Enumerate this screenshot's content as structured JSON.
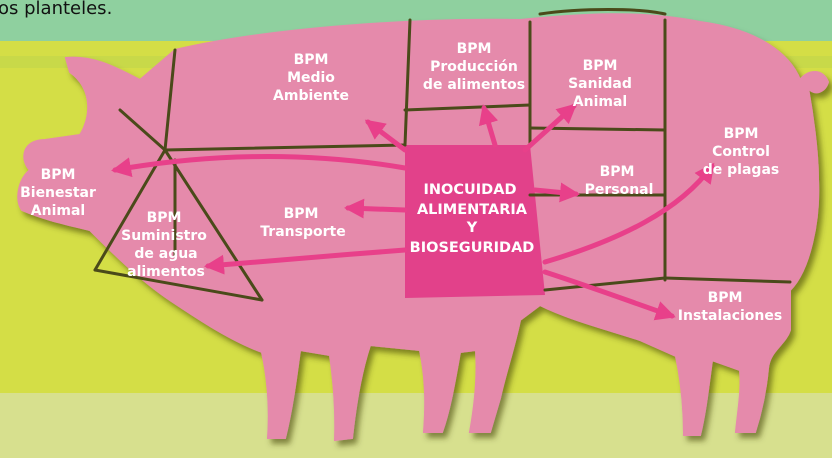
{
  "header_text": "os planteles.",
  "center": {
    "line1": "INOCUIDAD",
    "line2": "ALIMENTARIA",
    "line3": "Y",
    "line4": "BIOSEGURIDAD"
  },
  "sections": [
    {
      "id": "medio-ambiente",
      "lines": [
        "BPM",
        "Medio",
        "Ambiente"
      ]
    },
    {
      "id": "produccion-alimentos",
      "lines": [
        "BPM",
        "Producción",
        "de alimentos"
      ]
    },
    {
      "id": "sanidad-animal",
      "lines": [
        "BPM",
        "Sanidad",
        "Animal"
      ]
    },
    {
      "id": "bienestar-animal",
      "lines": [
        "BPM",
        "Bienestar",
        "Animal"
      ]
    },
    {
      "id": "control-plagas",
      "lines": [
        "BPM",
        "Control",
        "de plagas"
      ]
    },
    {
      "id": "personal",
      "lines": [
        "BPM",
        "Personal"
      ]
    },
    {
      "id": "transporte",
      "lines": [
        "BPM",
        "Transporte"
      ]
    },
    {
      "id": "suministro-agua",
      "lines": [
        "BPM",
        "Suministro",
        "de agua",
        "alimentos"
      ]
    },
    {
      "id": "instalaciones",
      "lines": [
        "BPM",
        "Instalaciones"
      ]
    }
  ],
  "colors": {
    "pig": "#e58aab",
    "center": "#e2418a",
    "arrow": "#e8408a",
    "lines": "#4a4a1a",
    "background_lime": "#d4de46",
    "background_top": "#8fd09f"
  }
}
